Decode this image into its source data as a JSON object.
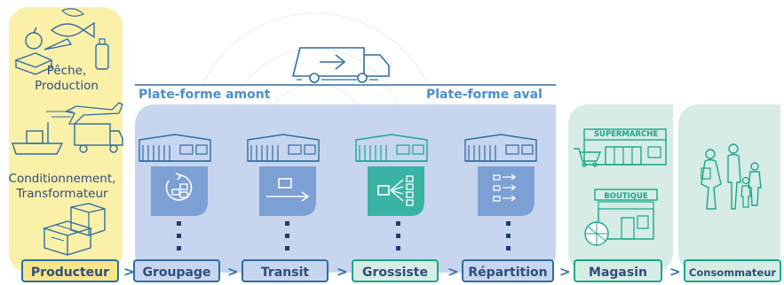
{
  "producer": {
    "text_top_line1": "Pêche,",
    "text_top_line2": "Production",
    "text_bottom_line1": "Conditionnement,",
    "text_bottom_line2": "Transformateur"
  },
  "platforms": {
    "upstream_label": "Plate-forme amont",
    "downstream_label": "Plate-forme aval"
  },
  "signs": {
    "supermarket": "SUPERMARCHE",
    "shop": "BOUTIQUE"
  },
  "stages": [
    {
      "label": "Producteur"
    },
    {
      "label": "Groupage"
    },
    {
      "label": "Transit"
    },
    {
      "label": "Grossiste"
    },
    {
      "label": "Répartition"
    },
    {
      "label": "Magasin"
    },
    {
      "label": "Consommateur"
    }
  ],
  "arrow_glyph": ">",
  "colors": {
    "producer_bg": "#fbf0a8",
    "platform_bg": "#c7d6ee",
    "store_bg": "#d6ece5",
    "blue_line": "#2e6da4",
    "green_line": "#17a889",
    "teal_box": "#3bb3a4"
  }
}
